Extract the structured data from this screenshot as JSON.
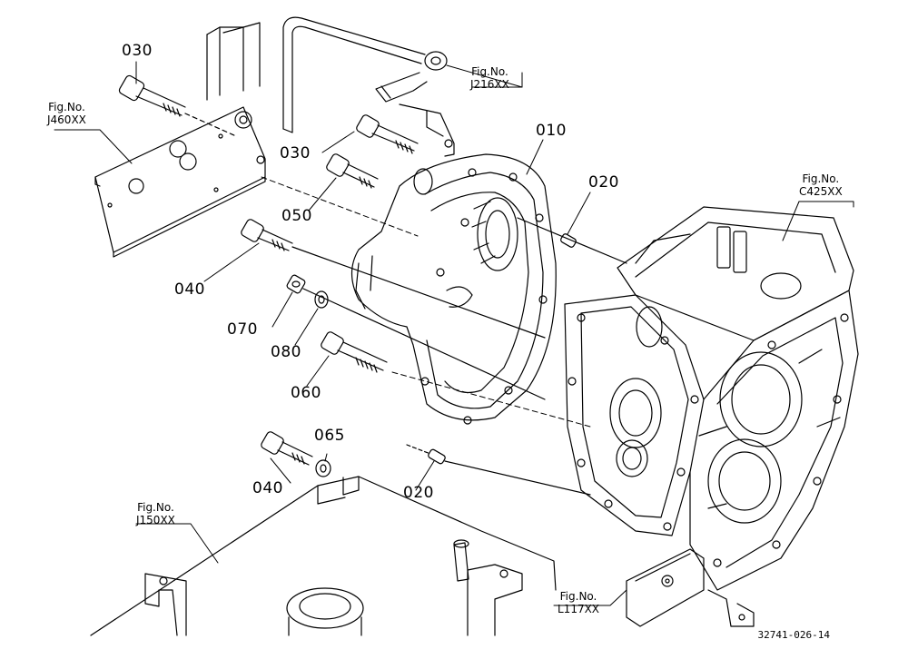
{
  "parts": [
    {
      "id": "p030a",
      "number": "030"
    },
    {
      "id": "p030b",
      "number": "030"
    },
    {
      "id": "p010",
      "number": "010"
    },
    {
      "id": "p020a",
      "number": "020"
    },
    {
      "id": "p050",
      "number": "050"
    },
    {
      "id": "p040a",
      "number": "040"
    },
    {
      "id": "p070",
      "number": "070"
    },
    {
      "id": "p080",
      "number": "080"
    },
    {
      "id": "p060",
      "number": "060"
    },
    {
      "id": "p065",
      "number": "065"
    },
    {
      "id": "p040b",
      "number": "040"
    },
    {
      "id": "p020b",
      "number": "020"
    }
  ],
  "references": [
    {
      "id": "r460",
      "prefix": "Fig.No.",
      "code": "J460XX"
    },
    {
      "id": "r216",
      "prefix": "Fig.No.",
      "code": "J216XX"
    },
    {
      "id": "r425",
      "prefix": "Fig.No.",
      "code": "C425XX"
    },
    {
      "id": "r150",
      "prefix": "Fig.No.",
      "code": "J150XX"
    },
    {
      "id": "r117",
      "prefix": "Fig.No.",
      "code": "L117XX"
    }
  ],
  "catalog_number": "32741-026-14"
}
